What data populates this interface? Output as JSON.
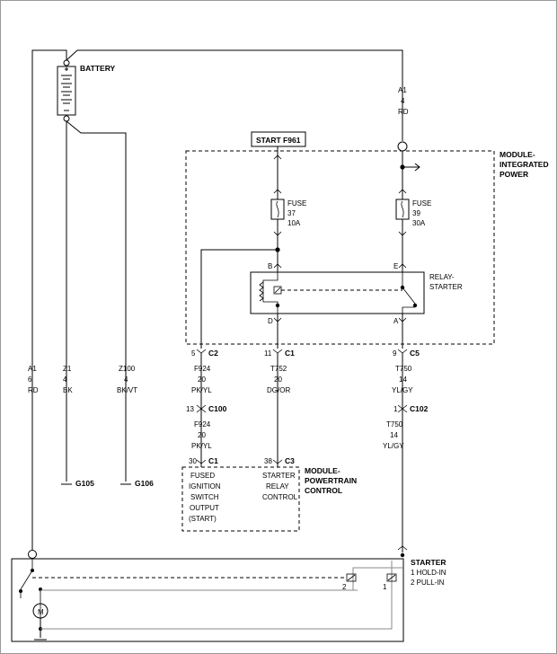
{
  "battery": {
    "label": "BATTERY"
  },
  "battery_wires": {
    "left": {
      "circuit": "A1",
      "gauge": "6",
      "color": "RD"
    },
    "mid": {
      "circuit": "Z1",
      "gauge": "4",
      "color": "BK"
    },
    "right": {
      "circuit": "Z100",
      "gauge": "4",
      "color": "BK/VT"
    }
  },
  "grounds": {
    "g105": "G105",
    "g106": "G106"
  },
  "top_wire": {
    "circuit": "A1",
    "gauge": "4",
    "color": "RD"
  },
  "start_box": {
    "label": "START F961"
  },
  "module_ip": {
    "line1": "MODULE-",
    "line2": "INTEGRATED",
    "line3": "POWER"
  },
  "fuse37": {
    "l1": "FUSE",
    "l2": "37",
    "l3": "10A"
  },
  "fuse39": {
    "l1": "FUSE",
    "l2": "39",
    "l3": "30A"
  },
  "relay": {
    "l1": "RELAY-",
    "l2": "STARTER",
    "pin_b": "B",
    "pin_d": "D",
    "pin_e": "E",
    "pin_a": "A"
  },
  "connectors": {
    "c2": {
      "pin": "5",
      "name": "C2"
    },
    "c1": {
      "pin": "11",
      "name": "C1"
    },
    "c5": {
      "pin": "9",
      "name": "C5"
    },
    "c100": {
      "pin": "13",
      "name": "C100"
    },
    "c102": {
      "pin": "1",
      "name": "C102"
    },
    "pcm_c1": {
      "pin": "30",
      "name": "C1"
    },
    "pcm_c3": {
      "pin": "38",
      "name": "C3"
    }
  },
  "wires": {
    "f924a": {
      "circuit": "F924",
      "gauge": "20",
      "color": "PK/YL"
    },
    "f924b": {
      "circuit": "F924",
      "gauge": "20",
      "color": "PK/YL"
    },
    "t752": {
      "circuit": "T752",
      "gauge": "20",
      "color": "DG/OR"
    },
    "t750a": {
      "circuit": "T750",
      "gauge": "14",
      "color": "YL/GY"
    },
    "t750b": {
      "circuit": "T750",
      "gauge": "14",
      "color": "YL/GY"
    }
  },
  "pcm": {
    "l1": "MODULE-",
    "l2": "POWERTRAIN",
    "l3": "CONTROL",
    "fused": [
      "FUSED",
      "IGNITION",
      "SWITCH",
      "OUTPUT",
      "(START)"
    ],
    "relay": [
      "STARTER",
      "RELAY",
      "CONTROL"
    ]
  },
  "starter": {
    "label": "STARTER",
    "legend1": "1 HOLD-IN",
    "legend2": "2 PULL-IN",
    "motor": "M",
    "coil2": "2",
    "coil1": "1"
  }
}
